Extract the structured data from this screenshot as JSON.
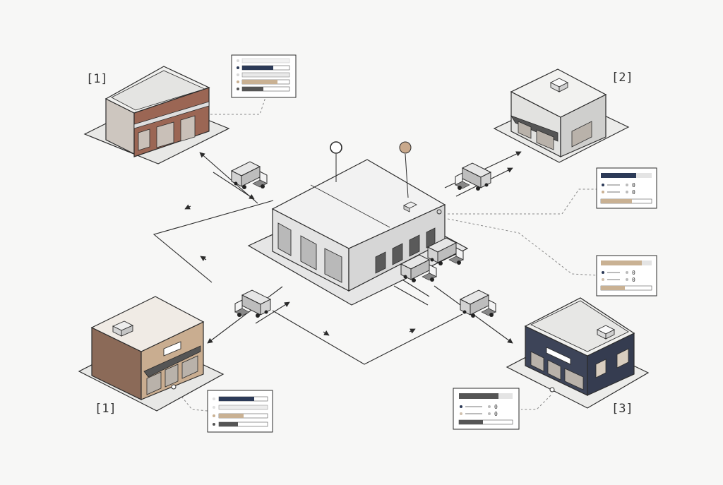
{
  "labels": {
    "store_top_left": "[1]",
    "store_top_right": "[2]",
    "store_bottom_left": "[1]",
    "store_bottom_right": "[3]"
  },
  "cards": {
    "top_right": {
      "row1_value": "0",
      "row2_value": "0"
    },
    "right_mid": {
      "row1_value": "0",
      "row2_value": "0"
    },
    "bottom_right": {
      "row1_value": "0",
      "row2_value": "0"
    }
  },
  "colors": {
    "navy": "#2c3a57",
    "tan": "#c9b193",
    "gray": "#9b9b9b",
    "dark": "#555555",
    "brick": "#8a5a48",
    "brown_brick": "#8b6a58",
    "ink": "#2b2b2b"
  },
  "icons": {
    "truck": "truck-icon",
    "pin_outline": "pin-outline-icon",
    "pin_tan": "pin-tan-icon"
  }
}
